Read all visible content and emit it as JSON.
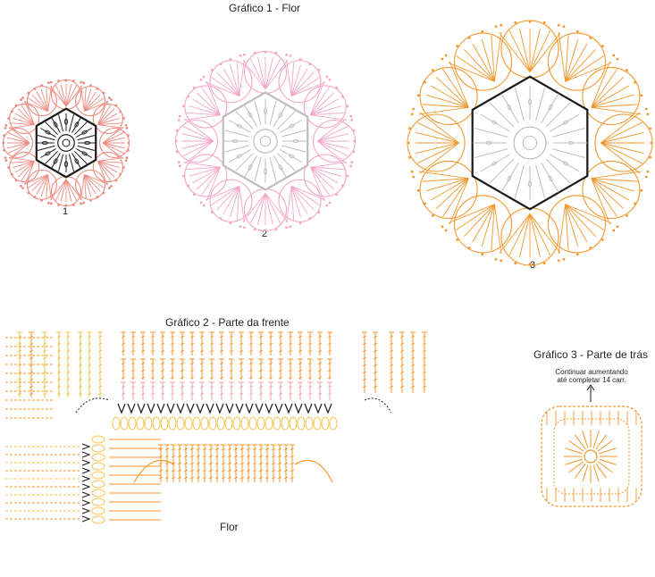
{
  "chart1": {
    "title": "Gráfico 1 - Flor",
    "flowers": [
      {
        "label": "1",
        "stages": [
          "black",
          "salmon"
        ]
      },
      {
        "label": "2",
        "stages": [
          "grey",
          "pink"
        ]
      },
      {
        "label": "3",
        "stages": [
          "grey",
          "black",
          "orange"
        ]
      }
    ]
  },
  "chart2": {
    "title": "Gráfico 2 - Parte da frente",
    "flower_label": "Flor"
  },
  "chart3": {
    "title": "Gráfico 3 - Parte de trás",
    "note_line1": "Continuar aumentando",
    "note_line2": "até completar 14 carr."
  },
  "colors": {
    "black": "#1a1a1a",
    "grey": "#bdbdbd",
    "salmon": "#f08a80",
    "pink": "#f4a6c6",
    "orange": "#f3962a",
    "yellow": "#f6c24a",
    "rose": "#f3a0a8"
  }
}
